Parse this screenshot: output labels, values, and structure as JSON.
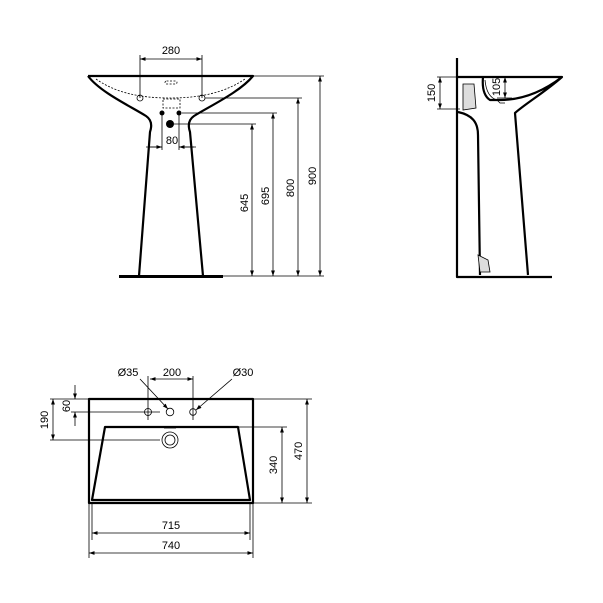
{
  "front_view": {
    "dims": {
      "tap_spacing": "280",
      "waste_spacing": "80",
      "h645": "645",
      "h695": "695",
      "h800": "800",
      "h900": "900"
    }
  },
  "side_view": {
    "dims": {
      "h150": "150",
      "h105": "105"
    }
  },
  "plan_view": {
    "dims": {
      "hole_left": "Ø35",
      "hole_spacing": "200",
      "hole_right": "Ø30",
      "d60": "60",
      "d190": "190",
      "d340": "340",
      "d470": "470",
      "w715": "715",
      "w740": "740"
    }
  }
}
